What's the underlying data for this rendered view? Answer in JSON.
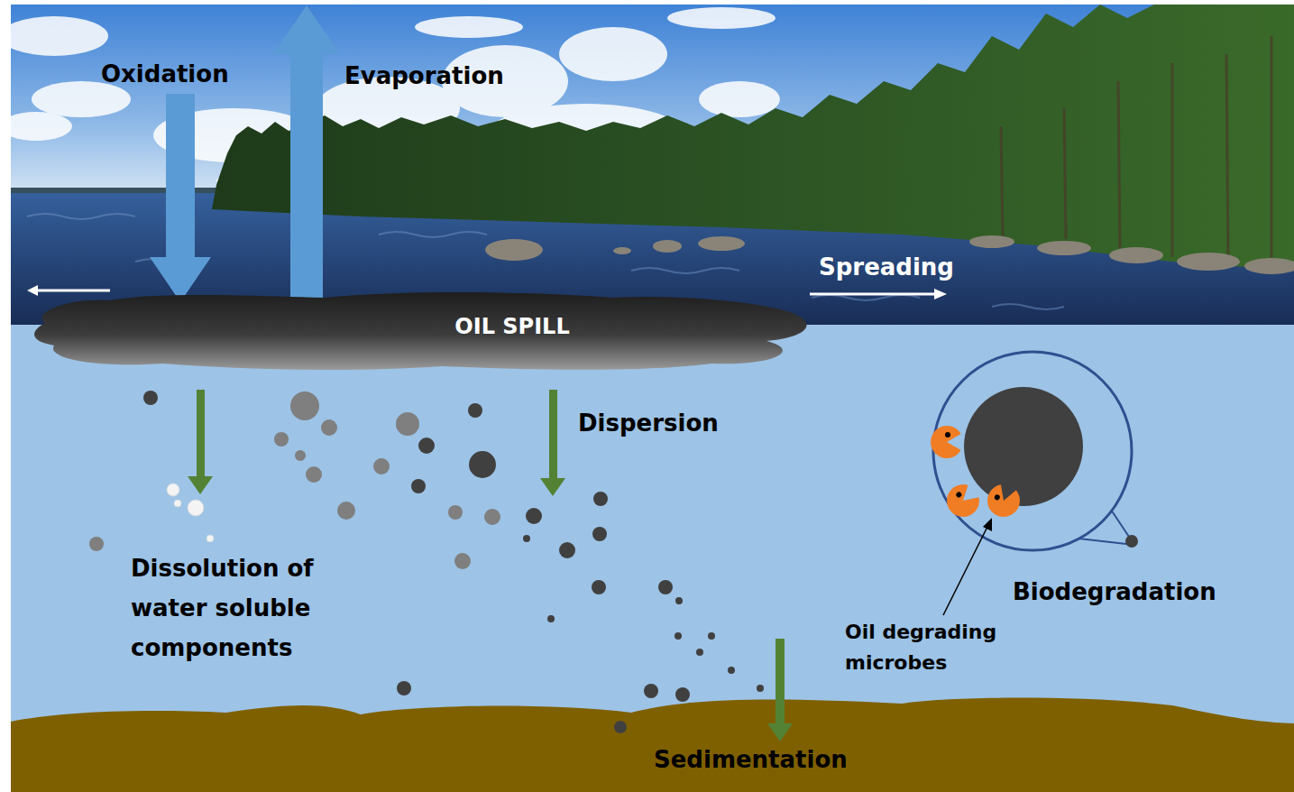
{
  "diagram": {
    "nodes": [
      {
        "text": [
          "OIL SPILL"
        ]
      }
    ],
    "labels": [
      "Oxidation",
      "Evaporation",
      "Spreading",
      "Dispersion",
      "Dissolution of water soluble components",
      "Biodegradation",
      "Oil degrading microbes",
      "Sedimentation"
    ]
  }
}
